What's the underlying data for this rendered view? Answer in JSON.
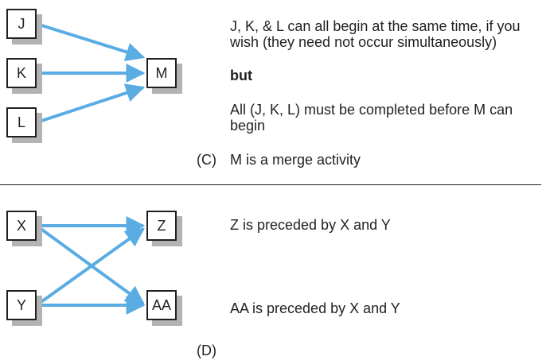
{
  "colors": {
    "arrow": "#5aace3",
    "box_border": "#231f20",
    "box_shadow": "#b3b3b5",
    "text": "#231f20"
  },
  "section_c": {
    "nodes": {
      "j": "J",
      "k": "K",
      "l": "L",
      "m": "M"
    },
    "description_lines": [
      "J, K, & L can all begin at the same time, if you",
      "wish (they need not occur simultaneously)"
    ],
    "connector": "but",
    "condition_lines": [
      "All (J, K, L) must be completed before M can",
      "begin"
    ],
    "label": "(C)",
    "caption": "M is a merge activity"
  },
  "section_d": {
    "nodes": {
      "x": "X",
      "y": "Y",
      "z": "Z",
      "aa": "AA"
    },
    "z_text": "Z is preceded by X and Y",
    "aa_text": "AA is preceded by X and Y",
    "label": "(D)"
  }
}
